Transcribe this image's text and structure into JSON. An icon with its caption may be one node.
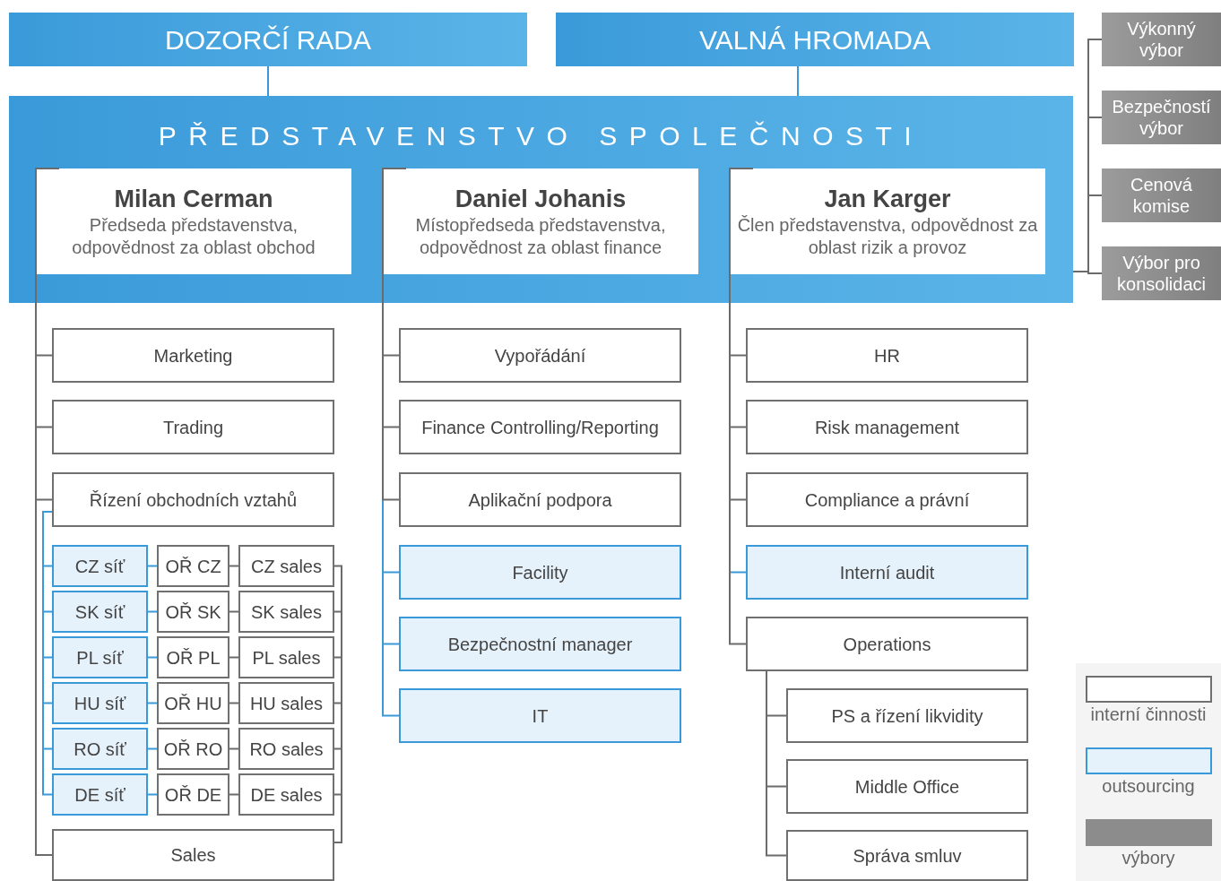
{
  "diagram": {
    "nodes": [
      {
        "text": [
          "DOZORČÍ RADA"
        ]
      },
      {
        "text": [
          "VALNÁ HROMADA"
        ]
      },
      {
        "text": [
          "PŘEDSTAVENSTVO SPOLEČNOSTI"
        ]
      },
      {
        "text": [
          "Milan Cerman",
          "Předseda představenstva, odpovědnost za oblast obchod"
        ],
        "in": 2
      },
      {
        "text": [
          "Daniel Johanis",
          "Místopředseda představenstva, odpovědnost za oblast finance"
        ],
        "in": 2
      },
      {
        "text": [
          "Jan Karger",
          "Člen představenstva, odpovědnost za oblast rizik a provoz"
        ],
        "in": 2
      },
      {
        "text": [
          "Výkonný výbor"
        ]
      },
      {
        "text": [
          "Bezpečností výbor"
        ]
      },
      {
        "text": [
          "Cenová komise"
        ]
      },
      {
        "text": [
          "Výbor pro konsolidaci"
        ]
      },
      {
        "text": [
          "Marketing"
        ]
      },
      {
        "text": [
          "Trading"
        ]
      },
      {
        "text": [
          "Řízení obchodních vztahů"
        ]
      },
      {
        "text": [
          "CZ síť"
        ]
      },
      {
        "text": [
          "OŘ CZ"
        ]
      },
      {
        "text": [
          "CZ sales"
        ]
      },
      {
        "text": [
          "SK síť"
        ]
      },
      {
        "text": [
          "OŘ SK"
        ]
      },
      {
        "text": [
          "SK sales"
        ]
      },
      {
        "text": [
          "PL síť"
        ]
      },
      {
        "text": [
          "OŘ PL"
        ]
      },
      {
        "text": [
          "PL sales"
        ]
      },
      {
        "text": [
          "HU síť"
        ]
      },
      {
        "text": [
          "OŘ HU"
        ]
      },
      {
        "text": [
          "HU sales"
        ]
      },
      {
        "text": [
          "RO síť"
        ]
      },
      {
        "text": [
          "OŘ RO"
        ]
      },
      {
        "text": [
          "RO sales"
        ]
      },
      {
        "text": [
          "DE síť"
        ]
      },
      {
        "text": [
          "OŘ DE"
        ]
      },
      {
        "text": [
          "DE sales"
        ]
      },
      {
        "text": [
          "Sales"
        ]
      },
      {
        "text": [
          "Vypořádání"
        ]
      },
      {
        "text": [
          "Finance Controlling/Reporting"
        ]
      },
      {
        "text": [
          "Aplikační podpora"
        ]
      },
      {
        "text": [
          "Facility"
        ]
      },
      {
        "text": [
          "Bezpečnostní manager"
        ]
      },
      {
        "text": [
          "IT"
        ]
      },
      {
        "text": [
          "HR"
        ]
      },
      {
        "text": [
          "Risk management"
        ]
      },
      {
        "text": [
          "Compliance a právní"
        ]
      },
      {
        "text": [
          "Interní audit"
        ]
      },
      {
        "text": [
          "Operations"
        ]
      },
      {
        "text": [
          "PS a řízení likvidity"
        ]
      },
      {
        "text": [
          "Middle Office"
        ]
      },
      {
        "text": [
          "Správa smluv"
        ]
      }
    ],
    "edges": [
      {
        "from": 0,
        "to": 2,
        "arrow": "none",
        "color": "#3a9ad9"
      },
      {
        "from": 1,
        "to": 2,
        "arrow": "none",
        "color": "#3a9ad9"
      },
      {
        "from": 2,
        "to": 6,
        "arrow": "none"
      },
      {
        "from": 2,
        "to": 7,
        "arrow": "none"
      },
      {
        "from": 2,
        "to": 8,
        "arrow": "none"
      },
      {
        "from": 2,
        "to": 9,
        "arrow": "none"
      },
      {
        "from": 3,
        "to": 10,
        "arrow": "none"
      },
      {
        "from": 3,
        "to": 11,
        "arrow": "none"
      },
      {
        "from": 3,
        "to": 12,
        "arrow": "none"
      },
      {
        "from": 3,
        "to": 31,
        "arrow": "none"
      },
      {
        "from": 12,
        "to": 13,
        "arrow": "none",
        "color": "#3a9ad9"
      },
      {
        "from": 12,
        "to": 16,
        "arrow": "none",
        "color": "#3a9ad9"
      },
      {
        "from": 12,
        "to": 19,
        "arrow": "none",
        "color": "#3a9ad9"
      },
      {
        "from": 12,
        "to": 22,
        "arrow": "none",
        "color": "#3a9ad9"
      },
      {
        "from": 12,
        "to": 25,
        "arrow": "none",
        "color": "#3a9ad9"
      },
      {
        "from": 12,
        "to": 28,
        "arrow": "none",
        "color": "#3a9ad9"
      },
      {
        "from": 13,
        "to": 14,
        "arrow": "none",
        "color": "#3a9ad9"
      },
      {
        "from": 16,
        "to": 17,
        "arrow": "none",
        "color": "#3a9ad9"
      },
      {
        "from": 19,
        "to": 20,
        "arrow": "none",
        "color": "#3a9ad9"
      },
      {
        "from": 22,
        "to": 23,
        "arrow": "none",
        "color": "#3a9ad9"
      },
      {
        "from": 25,
        "to": 26,
        "arrow": "none",
        "color": "#3a9ad9"
      },
      {
        "from": 28,
        "to": 29,
        "arrow": "none",
        "color": "#3a9ad9"
      },
      {
        "from": 14,
        "to": 15,
        "arrow": "none"
      },
      {
        "from": 17,
        "to": 18,
        "arrow": "none"
      },
      {
        "from": 20,
        "to": 21,
        "arrow": "none"
      },
      {
        "from": 23,
        "to": 24,
        "arrow": "none"
      },
      {
        "from": 26,
        "to": 27,
        "arrow": "none"
      },
      {
        "from": 29,
        "to": 30,
        "arrow": "none"
      },
      {
        "from": 15,
        "to": 31,
        "arrow": "none"
      },
      {
        "from": 18,
        "to": 31,
        "arrow": "none"
      },
      {
        "from": 21,
        "to": 31,
        "arrow": "none"
      },
      {
        "from": 24,
        "to": 31,
        "arrow": "none"
      },
      {
        "from": 27,
        "to": 31,
        "arrow": "none"
      },
      {
        "from": 30,
        "to": 31,
        "arrow": "none"
      },
      {
        "from": 4,
        "to": 32,
        "arrow": "none"
      },
      {
        "from": 4,
        "to": 33,
        "arrow": "none"
      },
      {
        "from": 4,
        "to": 34,
        "arrow": "none"
      },
      {
        "from": 4,
        "to": 35,
        "arrow": "none",
        "color": "#3a9ad9"
      },
      {
        "from": 4,
        "to": 36,
        "arrow": "none",
        "color": "#3a9ad9"
      },
      {
        "from": 4,
        "to": 37,
        "arrow": "none",
        "color": "#3a9ad9"
      },
      {
        "from": 5,
        "to": 38,
        "arrow": "none"
      },
      {
        "from": 5,
        "to": 39,
        "arrow": "none"
      },
      {
        "from": 5,
        "to": 40,
        "arrow": "none"
      },
      {
        "from": 5,
        "to": 41,
        "arrow": "none",
        "color": "#3a9ad9"
      },
      {
        "from": 5,
        "to": 42,
        "arrow": "none"
      },
      {
        "from": 42,
        "to": 43,
        "arrow": "none"
      },
      {
        "from": 42,
        "to": 44,
        "arrow": "none"
      },
      {
        "from": 42,
        "to": 45,
        "arrow": "none"
      }
    ],
    "legend": [
      {
        "text": "interní činnosti",
        "color": "#ffffff"
      },
      {
        "text": "outsourcing",
        "color": "#e6f2fb"
      },
      {
        "text": "výbory",
        "color": "#8c8c8c"
      }
    ]
  }
}
